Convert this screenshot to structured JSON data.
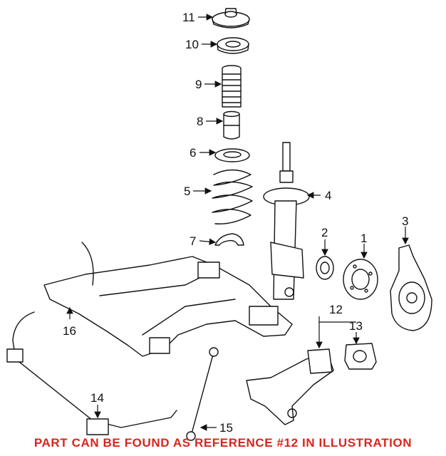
{
  "callouts": {
    "c1": "1",
    "c2": "2",
    "c3": "3",
    "c4": "4",
    "c5": "5",
    "c6": "6",
    "c7": "7",
    "c8": "8",
    "c9": "9",
    "c10": "10",
    "c11": "11",
    "c12": "12",
    "c13": "13",
    "c14": "14",
    "c15": "15",
    "c16": "16"
  },
  "footer": {
    "note": "PART CAN BE FOUND AS REFERENCE  #12 IN ILLUSTRATION",
    "color": "#d9251c"
  }
}
